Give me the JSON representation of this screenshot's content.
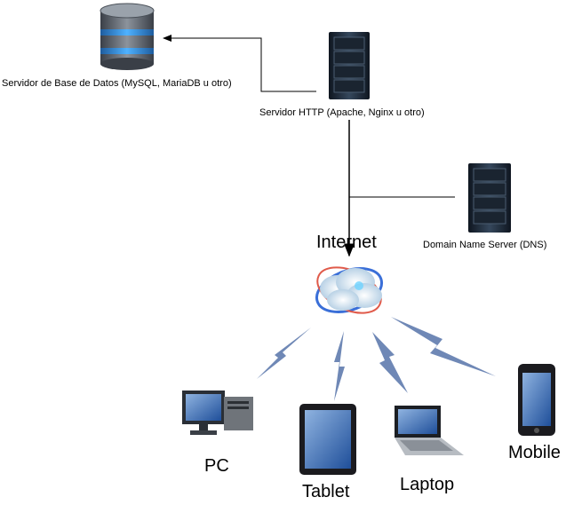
{
  "nodes": {
    "database": {
      "label": "Servidor de Base de Datos (MySQL, MariaDB u otro)",
      "icon": "database-icon"
    },
    "http": {
      "label": "Servidor HTTP (Apache, Nginx u otro)",
      "icon": "server-rack-icon"
    },
    "dns": {
      "label": "Domain Name Server (DNS)",
      "icon": "server-rack-icon"
    },
    "internet": {
      "label": "Internet",
      "icon": "cloud-globe-icon"
    },
    "pc": {
      "label": "PC",
      "icon": "desktop-computer-icon"
    },
    "tablet": {
      "label": "Tablet",
      "icon": "tablet-icon"
    },
    "laptop": {
      "label": "Laptop",
      "icon": "laptop-icon"
    },
    "mobile": {
      "label": "Mobile",
      "icon": "mobile-phone-icon"
    }
  },
  "colors": {
    "line": "#000000",
    "bolt": "#6f88b6",
    "server": "#243040",
    "db": "#2f6fb0"
  }
}
